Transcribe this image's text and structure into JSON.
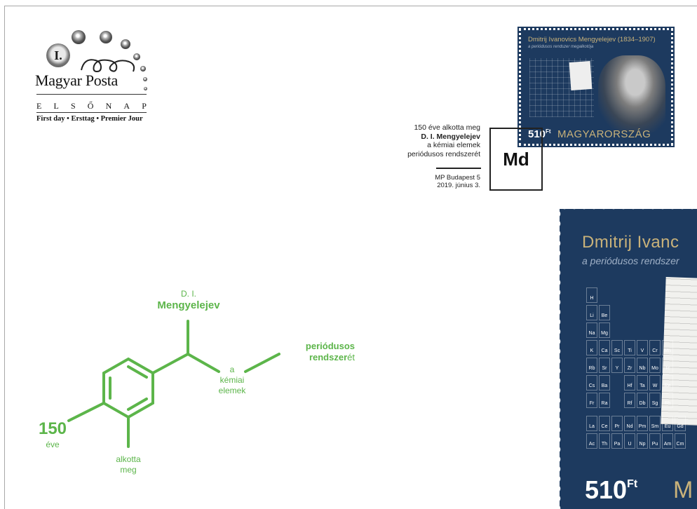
{
  "logo": {
    "roman_numeral": "I.",
    "wordmark": "Magyar Posta",
    "elso_nap_letters": [
      "E",
      "L",
      "S",
      "Ő",
      "N",
      "A",
      "P"
    ],
    "first_day": "First day • Ersttag • Premier Jour"
  },
  "small_stamp": {
    "title": "Dmitrij Ivanovics Mengyelejev  (1834–1907)",
    "subtitle": "a periódusos rendszer megalkotója",
    "price": "510",
    "price_unit": "Ft",
    "country": "MAGYARORSZÁG"
  },
  "postmark": {
    "line1": "150 éve alkotta meg",
    "line2": "D. I. Mengyelejev",
    "line3": "a kémiai elemek",
    "line4": "periódusos rendszerét",
    "place": "MP Budapest 5",
    "date": "2019. június 3.",
    "symbol": "Md"
  },
  "molecule": {
    "top_initials": "D. I.",
    "top_name": "Mengyelejev",
    "right_bold": "periódusos",
    "right_bold2": "rendszer",
    "right_suffix": "ét",
    "mid_a": "a",
    "mid_kemiai": "kémiai",
    "mid_elemek": "elemek",
    "left_number": "150",
    "left_eve": "éve",
    "bottom_alkotta": "alkotta",
    "bottom_meg": "meg",
    "color": "#5cb54a"
  },
  "big_stamp": {
    "title": "Dmitrij Ivanc",
    "subtitle": "a periódusos rendszer",
    "price": "510",
    "price_unit": "Ft",
    "country_partial": "M",
    "table_rows": [
      [
        "H"
      ],
      [
        "Li",
        "Be"
      ],
      [
        "Na",
        "Mg"
      ],
      [
        "K",
        "Ca",
        "Sc",
        "Ti",
        "V",
        "Cr",
        "Mn"
      ],
      [
        "Rb",
        "Sr",
        "Y",
        "Zr",
        "Nb",
        "Mo",
        "Tc"
      ],
      [
        "Cs",
        "Ba",
        "",
        "Hf",
        "Ta",
        "W",
        "Re"
      ],
      [
        "Fr",
        "Ra",
        "",
        "Rf",
        "Db",
        "Sg",
        "Bh"
      ]
    ],
    "lanthanides": [
      "La",
      "Ce",
      "Pr",
      "Nd",
      "Pm",
      "Sm",
      "Eu",
      "Gd"
    ],
    "actinides": [
      "Ac",
      "Th",
      "Pa",
      "U",
      "Np",
      "Pu",
      "Am",
      "Cm"
    ]
  }
}
